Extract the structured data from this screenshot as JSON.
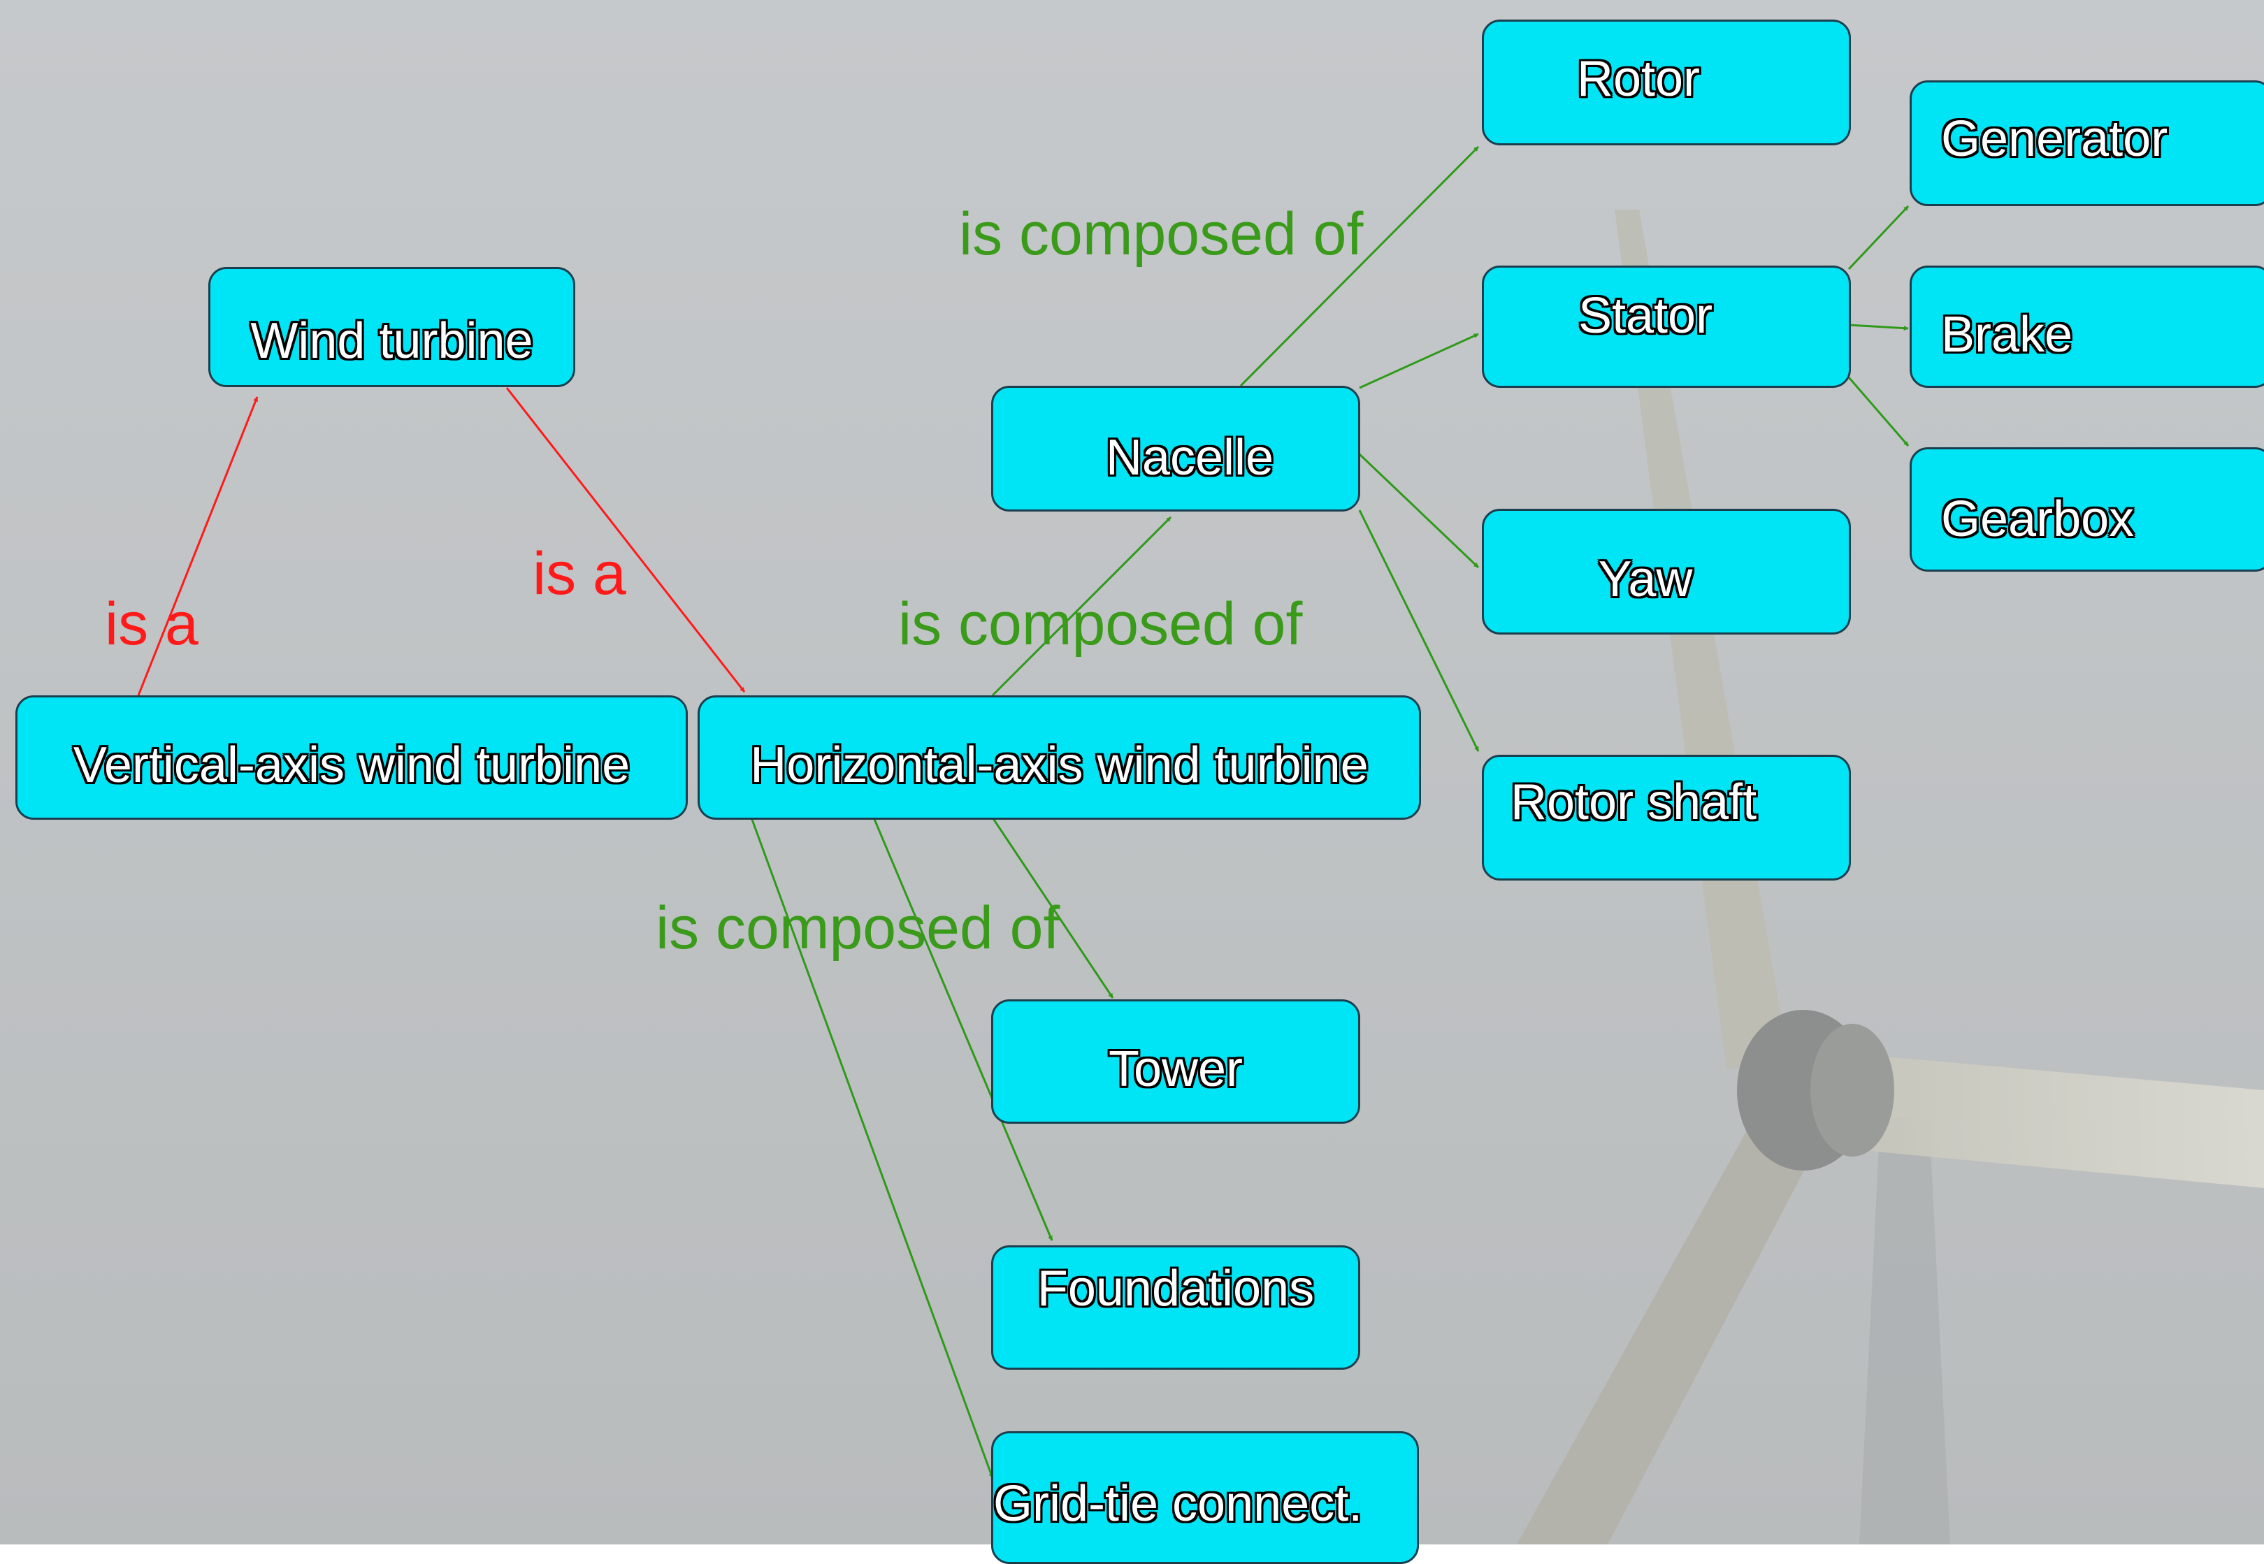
{
  "nodes": {
    "wind_turbine": "Wind turbine",
    "vertical_axis": "Vertical-axis wind turbine",
    "horizontal_axis": "Horizontal-axis wind turbine",
    "nacelle": "Nacelle",
    "rotor": "Rotor",
    "stator": "Stator",
    "yaw": "Yaw",
    "rotor_shaft": "Rotor shaft",
    "generator": "Generator",
    "brake": "Brake",
    "gearbox": "Gearbox",
    "tower": "Tower",
    "foundations": "Foundations",
    "grid_tie": "Grid-tie connect."
  },
  "edge_labels": {
    "isa_left": "is a",
    "isa_right": "is a",
    "composed_nacelle": "is composed of",
    "composed_rotor": "is composed of",
    "composed_tower": "is composed of"
  },
  "colors": {
    "node_fill": "#00e5f5",
    "isa_edge": "#ff1a1a",
    "composed_edge": "#2f9a1a",
    "background": "#c4c7c9"
  },
  "background_image": "wind-turbine-photo"
}
